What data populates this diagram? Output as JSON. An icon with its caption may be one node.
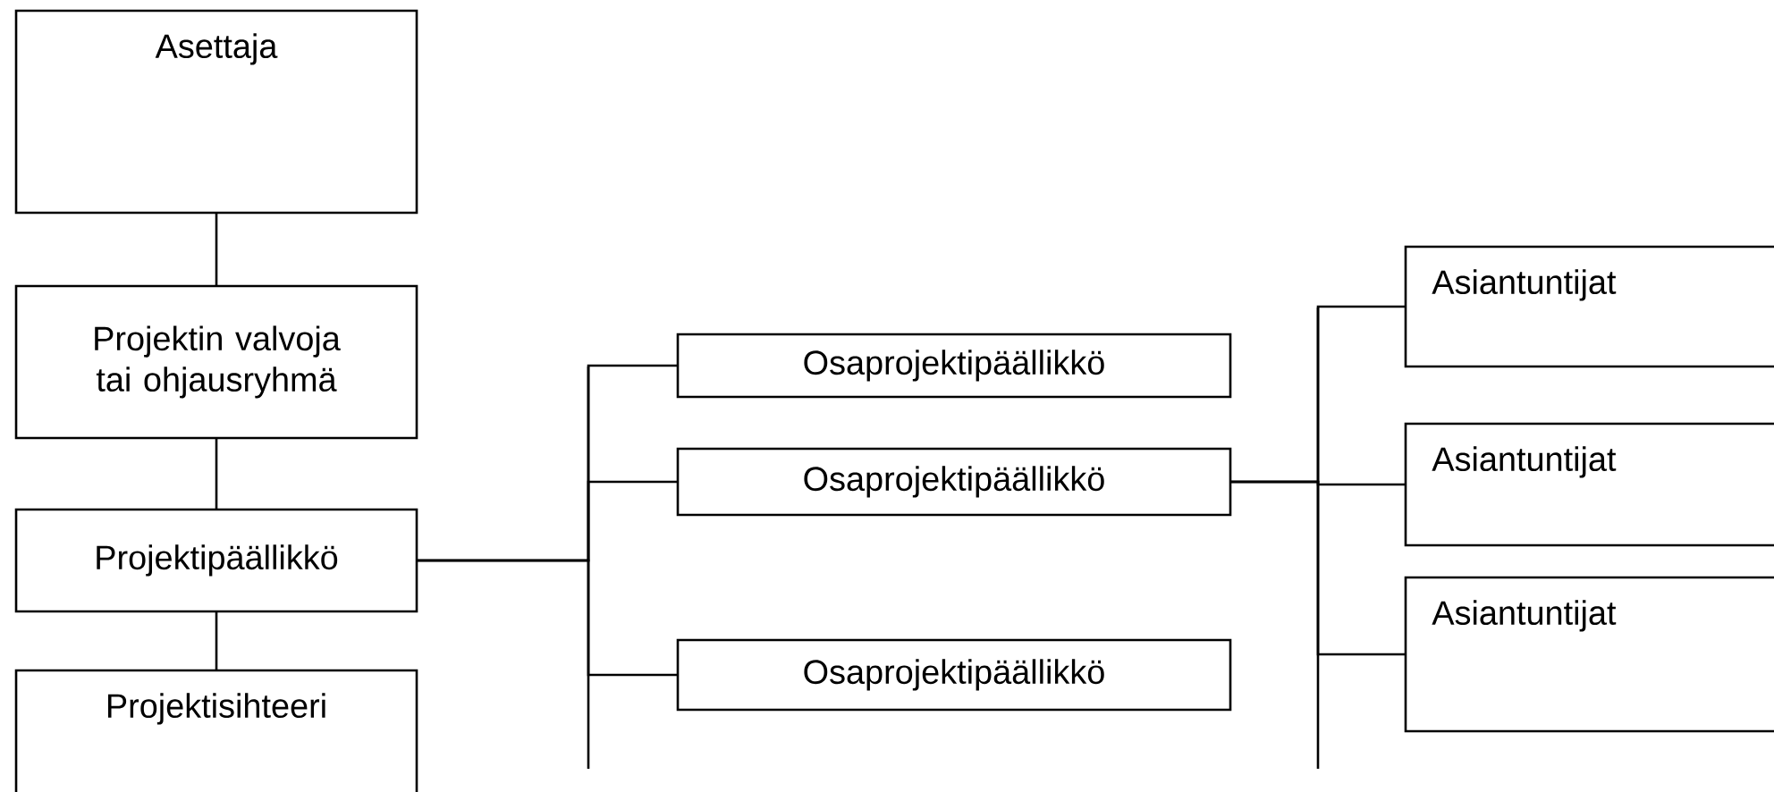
{
  "diagram": {
    "nodes": [
      {
        "text": [
          "Asettaja"
        ]
      },
      {
        "text": [
          "Projektin valvoja tai ohjausryhmä"
        ]
      },
      {
        "text": [
          "Projektipäällikkö"
        ]
      },
      {
        "text": [
          "Projektisihteeri"
        ]
      },
      {
        "text": [
          "Osaprojektipäällikkö"
        ]
      },
      {
        "text": [
          "Osaprojektipäällikkö"
        ]
      },
      {
        "text": [
          "Osaprojektipäällikkö"
        ]
      },
      {
        "text": [
          "Asiantuntijat"
        ]
      },
      {
        "text": [
          "Asiantuntijat"
        ]
      },
      {
        "text": [
          "Asiantuntijat"
        ]
      }
    ],
    "edges": [
      {
        "from": 0,
        "to": 1,
        "arrow": "none"
      },
      {
        "from": 1,
        "to": 2,
        "arrow": "none"
      },
      {
        "from": 2,
        "to": 3,
        "arrow": "none"
      },
      {
        "from": 2,
        "to": 4,
        "arrow": "none"
      },
      {
        "from": 2,
        "to": 5,
        "arrow": "none"
      },
      {
        "from": 2,
        "to": 6,
        "arrow": "none"
      },
      {
        "from": 5,
        "to": 7,
        "arrow": "none"
      },
      {
        "from": 5,
        "to": 8,
        "arrow": "none"
      },
      {
        "from": 5,
        "to": 9,
        "arrow": "none"
      }
    ]
  }
}
